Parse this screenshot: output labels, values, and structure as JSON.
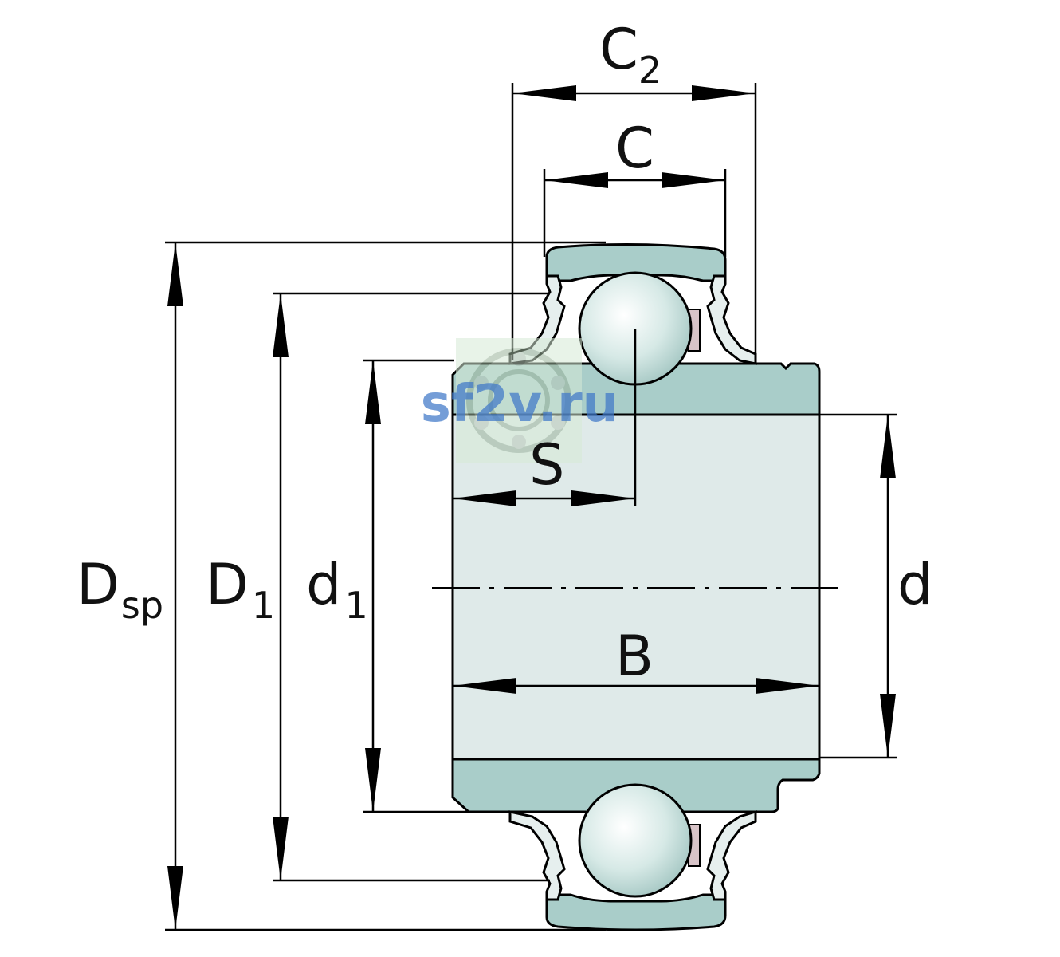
{
  "labels": {
    "c2": {
      "main": "C",
      "sub": "2"
    },
    "c": {
      "main": "C"
    },
    "s": {
      "main": "S"
    },
    "b": {
      "main": "B"
    },
    "d": {
      "main": "d"
    },
    "d1": {
      "main": "d",
      "sub": "1"
    },
    "big_d1": {
      "main": "D",
      "sub": "1"
    },
    "dsp": {
      "main": "D",
      "sub": "sp"
    }
  },
  "watermark": "sf2v.ru",
  "colors": {
    "outer_ring": "#a9cdc9",
    "inner_ring": "#a9cdc9",
    "bore": "#dfeae9",
    "ball": "#d6e9e6",
    "seal": "#e6efee",
    "cage": "#d8c4c8",
    "line": "#000000",
    "watermark": "#3f78c8"
  }
}
